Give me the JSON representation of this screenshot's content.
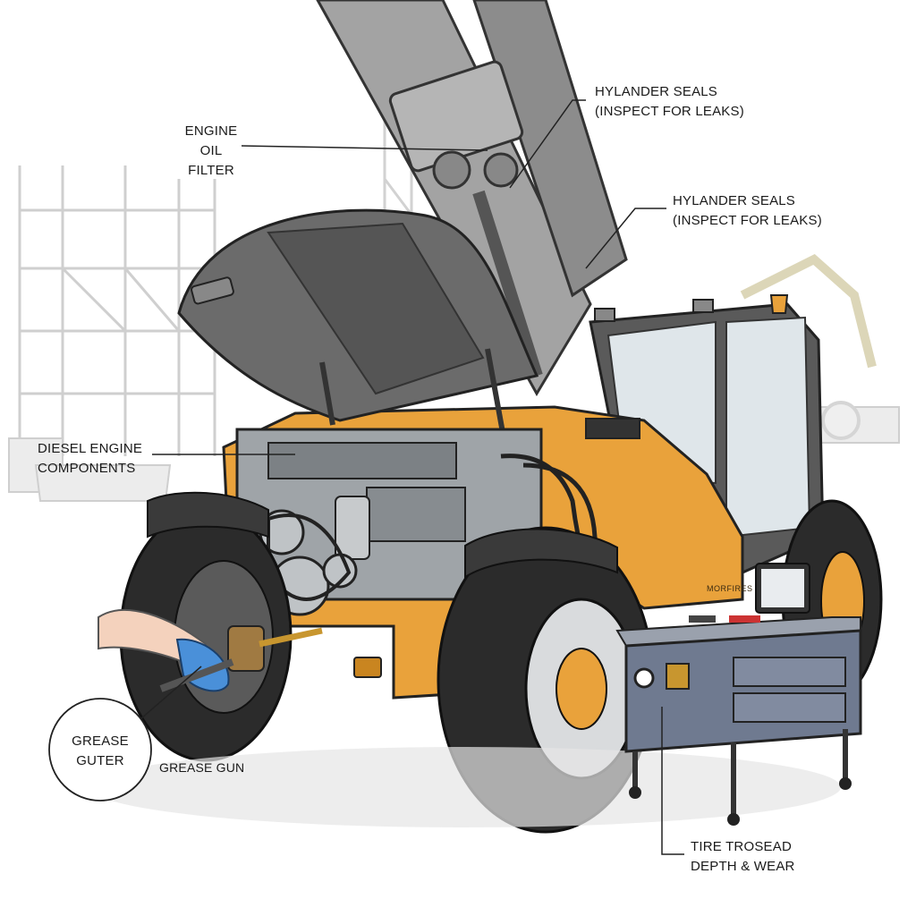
{
  "labels": {
    "engine_oil_filter": "ENGINE\nOIL\nFILTER",
    "hylander_seals_1": "HYLANDER SEALS\n(INSPECT FOR LEAKS)",
    "hylander_seals_2": "HYLANDER SEALS\n(INSPECT FOR LEAKS)",
    "diesel_engine": "DIESEL ENGINE\nCOMPONENTS",
    "grease_guter": "GREASE\nGUTER",
    "grease_gun": "GREASE GUN",
    "tire_tread": "TIRE TROSEAD\nDEPTH & WEAR",
    "machine_badge": "MORFIRES"
  },
  "colors": {
    "body_orange": "#E9A23B",
    "boom_gray": "#9C9C9C",
    "tire_black": "#2B2B2B",
    "hood_gray": "#6B6B6B",
    "bench_blue": "#6F7A90",
    "glove_blue": "#4A90D9",
    "background_sketch": "#CFCFCF"
  }
}
